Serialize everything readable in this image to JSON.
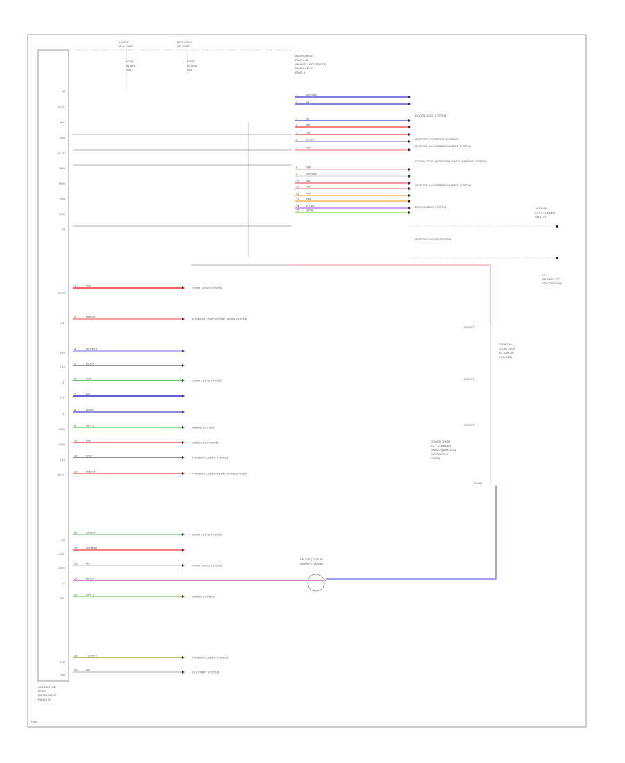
{
  "header": {
    "hot_start": "HOT AT",
    "hot_start_2": "ALL TIMES",
    "hot_run": "HOT IN ON",
    "hot_run_2": "OR START",
    "fuse_a": [
      "FUSE",
      "BLOCK",
      "15A"
    ],
    "fuse_b": [
      "FUSE",
      "BLOCK",
      "10A"
    ],
    "ipdm": [
      "INSTRUMENT",
      "PANEL JB",
      "(BEHIND LEFT SIDE OF",
      "INSTRUMENT",
      "PANEL)"
    ]
  },
  "left_pins": [
    "B",
    "B/YT",
    "B/Y",
    "P/W",
    "B/YT",
    "P/W",
    "R/W",
    "P/W",
    "B/W",
    "B",
    "G/TS",
    "L/T",
    "L/R",
    "L/G",
    "LT",
    "L/Y",
    "L",
    "G/W",
    "G/W",
    "L/G",
    "B/YT",
    "L/W",
    "L/G/T",
    "L/G/S",
    "V",
    "B/L",
    "P/Z",
    "T/W"
  ],
  "upper_wires": [
    {
      "pin": "1",
      "color": "B/T GBR",
      "stroke": "#0000cc"
    },
    {
      "pin": "2",
      "color": "B/L",
      "stroke": "#0000cc"
    },
    {
      "pin": "3",
      "color": "B/L",
      "stroke": "#0000cc"
    },
    {
      "pin": "4",
      "color": "R/B",
      "stroke": "#ff0000"
    },
    {
      "pin": "5",
      "color": "R/B",
      "stroke": "#ff0000"
    },
    {
      "pin": "6",
      "color": "BL/GR",
      "stroke": "#6a5acd"
    },
    {
      "pin": "7",
      "color": "R/W",
      "stroke": "#ff6666"
    },
    {
      "pin": "8",
      "color": "R/W",
      "stroke": "#ff9999"
    },
    {
      "pin": "9",
      "color": "B/T GBR",
      "stroke": "#cccccc"
    },
    {
      "pin": "10",
      "color": "R/B",
      "stroke": "#ff3333"
    },
    {
      "pin": "11",
      "color": "R/W",
      "stroke": "#ff6666"
    },
    {
      "pin": "12",
      "color": "R/W",
      "stroke": "#ff8800"
    },
    {
      "pin": "13",
      "color": "R/W",
      "stroke": "#ff8800"
    },
    {
      "pin": "14",
      "color": "BL/GR",
      "stroke": "#aa44ff"
    },
    {
      "pin": "15",
      "color": "GR/YL",
      "stroke": "#66cc00"
    }
  ],
  "upper_systems": [
    "DOOR LOCKS SYSTEM",
    "INTERIOR/ EXTERIOR SYSTEMS",
    "INTERIOR LIGHTS/DOOR LOCKS SYSTEM",
    "DOOR LOCKS, INTERIOR LIGHTS/ WARNING SYSTEM",
    "INTERIOR LIGHTS/DOOR LOCKS SYSTEM",
    "DOOR LOCKS SYSTEM",
    "INTERIOR LIGHTS SYSTEM"
  ],
  "lower_wires": [
    {
      "pin": "1",
      "color": "R/B",
      "stroke": "#ff0000",
      "system": "DOOR LOCKS SYSTEM"
    },
    {
      "pin": "2",
      "color": "R/B/GT",
      "stroke": "#ff6666",
      "system": "INTERIOR LIGHTS/DOOR LOCKS SYSTEM"
    },
    {
      "pin": "4",
      "color": "BL/GR/T",
      "stroke": "#8888ff",
      "system": ""
    },
    {
      "pin": "5",
      "color": "BL/GR",
      "stroke": "#555555",
      "system": ""
    },
    {
      "pin": "6",
      "color": "G/R",
      "stroke": "#00aa00",
      "system": "DOOR LOCKS SYSTEM"
    },
    {
      "pin": "7",
      "color": "B/L",
      "stroke": "#0000cc",
      "system": ""
    },
    {
      "pin": "8",
      "color": "B/L/GT",
      "stroke": "#4444cc",
      "system": ""
    },
    {
      "pin": "9",
      "color": "GR/YL",
      "stroke": "#44cc44",
      "system": "WIRING SYSTEM"
    },
    {
      "pin": "10",
      "color": "R/B",
      "stroke": "#ff3333",
      "system": "WIRELESS SYSTEM"
    },
    {
      "pin": "11",
      "color": "B/W",
      "stroke": "#444444",
      "system": "INTERIOR LIGHTS SYSTEM"
    },
    {
      "pin": "12",
      "color": "R/B/GT",
      "stroke": "#ff4444",
      "system": "INTERIOR LIGHTS/DOOR LOCKS SYSTEM"
    },
    {
      "pin": "21",
      "color": "GR/B/T",
      "stroke": "#66cc66",
      "system": "DOOR LOCKS SYSTEM"
    },
    {
      "pin": "22",
      "color": "B/T/R/W",
      "stroke": "#ff3333",
      "system": ""
    },
    {
      "pin": "23",
      "color": "B/T",
      "stroke": "#cccccc",
      "system": "DOOR LOCKS SYSTEM"
    },
    {
      "pin": "24",
      "color": "BL/GR",
      "stroke": "#aa44aa",
      "system": ""
    },
    {
      "pin": "25",
      "color": "GR/YL",
      "stroke": "#66cc44",
      "system": "WIRING SYSTEM"
    },
    {
      "pin": "28",
      "color": "YL/GR/T",
      "stroke": "#999900",
      "system": "INTERIOR LIGHTS SYSTEM"
    },
    {
      "pin": "29",
      "color": "B/T",
      "stroke": "#bbbbbb",
      "system": "KEY START SYSTEM"
    }
  ],
  "right_side": {
    "conn_top": [
      "LH DOOR",
      "KEY CYLINDER",
      "SWITCH"
    ],
    "conn_mid": [
      "KEY",
      "(BEHIND LEFT",
      "SIDE OF DASH)"
    ],
    "wire_a": "R/W/GT",
    "wire_b": "R/W/GT",
    "door_switch": [
      "FRONT LH",
      "DOOR LOCK",
      "ACTUATOR",
      "(UNLOCK)"
    ],
    "door_switch_lbl": [
      "R/W/GT",
      "R/W/GT"
    ],
    "unlock_sw": [
      "DRIVER DOOR",
      "KEY CYLINDER",
      "SWITCH (UNLOCK)",
      "(IN DRIVER'S",
      "DOOR)"
    ],
    "bl_gr": "BL/GR",
    "splice": [
      "SPLICE (LOCK IN",
      "DRIVER'S DOOR)"
    ]
  },
  "footer": {
    "connector": [
      "CONNECTOR",
      "BODY",
      "INSTRUMENT",
      "PANEL (B)"
    ],
    "page": "P300"
  }
}
